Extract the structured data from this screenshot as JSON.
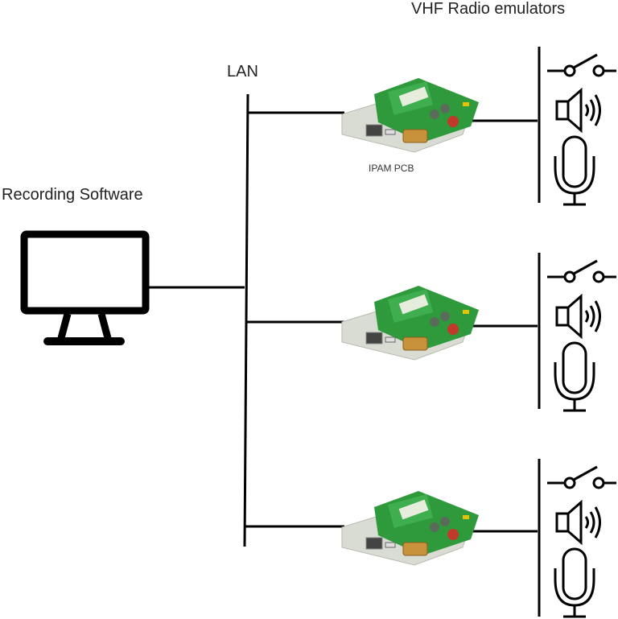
{
  "title": "VHF Radio emulators",
  "network": {
    "label": "LAN"
  },
  "host": {
    "label": "Recording Software",
    "icon": "monitor-icon"
  },
  "devices": [
    {
      "label": "IPAM PCB",
      "icon": "pcb-board-icon",
      "emulator_icons": [
        "switch-icon",
        "speaker-icon",
        "microphone-icon"
      ]
    },
    {
      "label": "",
      "icon": "pcb-board-icon",
      "emulator_icons": [
        "switch-icon",
        "speaker-icon",
        "microphone-icon"
      ]
    },
    {
      "label": "",
      "icon": "pcb-board-icon",
      "emulator_icons": [
        "switch-icon",
        "speaker-icon",
        "microphone-icon"
      ]
    }
  ],
  "colors": {
    "line": "#000000",
    "text": "#222222",
    "pcb_green": "#2e9a3c",
    "panel": "#d9dcd3",
    "connector": "#c8923a"
  }
}
